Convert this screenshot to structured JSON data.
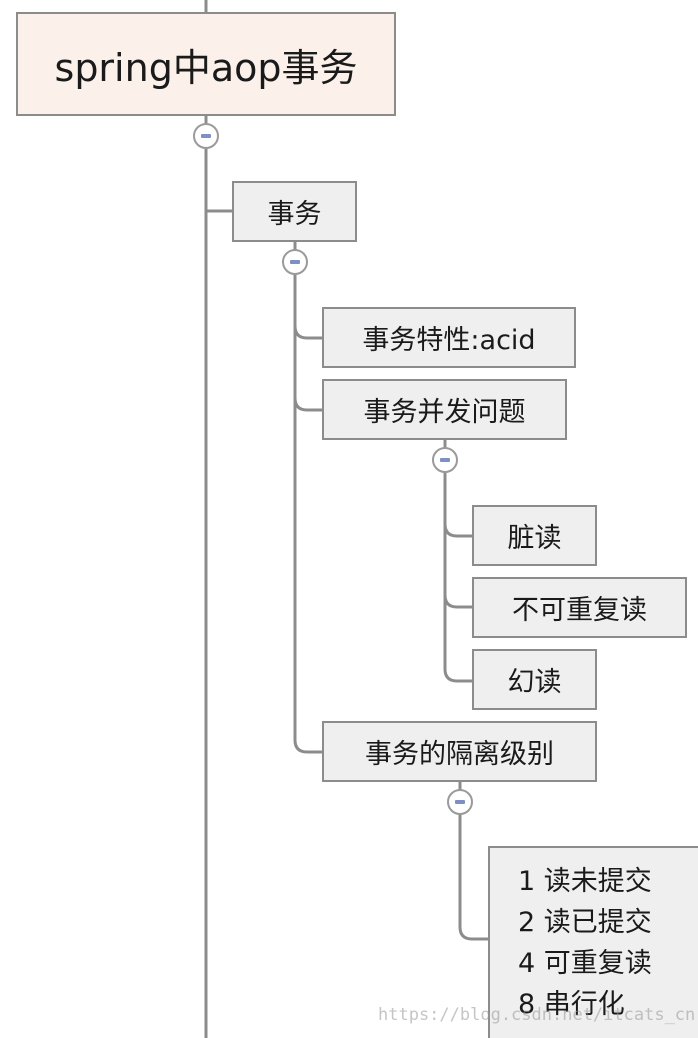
{
  "root": {
    "label": "spring中aop事务"
  },
  "transaction": {
    "label": "事务",
    "children": {
      "acid": "事务特性:acid",
      "concurrency": {
        "label": "事务并发问题",
        "items": [
          "脏读",
          "不可重复读",
          "幻读"
        ]
      },
      "isolation": {
        "label": "事务的隔离级别",
        "levels": [
          "1 读未提交",
          "2 读已提交",
          "4 可重复读",
          "8 串行化"
        ]
      }
    }
  },
  "watermark": "https://blog.csdn.net/itcats_cn",
  "colors": {
    "root_fill": "#fbf0ea",
    "node_fill": "#efefef",
    "border": "#8c8c8c",
    "connector": "#8c8c8c",
    "collapse_minus": "#7d8fc4"
  },
  "icons": {
    "collapse": "minus-circle-icon"
  }
}
